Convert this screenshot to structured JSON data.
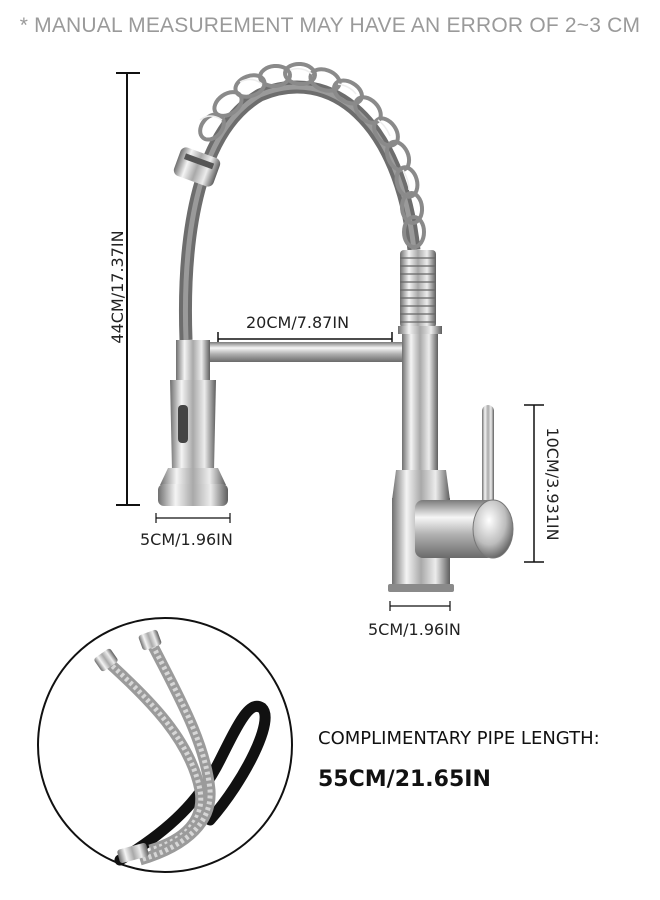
{
  "note": "* MANUAL MEASUREMENT MAY HAVE AN ERROR OF 2~3 CM",
  "dimensions": {
    "total_height": "44CM/17.37IN",
    "spout_reach": "20CM/7.87IN",
    "spray_head_diameter": "5CM/1.96IN",
    "handle_height": "10CM/3.931IN",
    "base_diameter": "5CM/1.96IN"
  },
  "pipe": {
    "title": "COMPLIMENTARY PIPE LENGTH:",
    "value": "55CM/21.65IN"
  }
}
